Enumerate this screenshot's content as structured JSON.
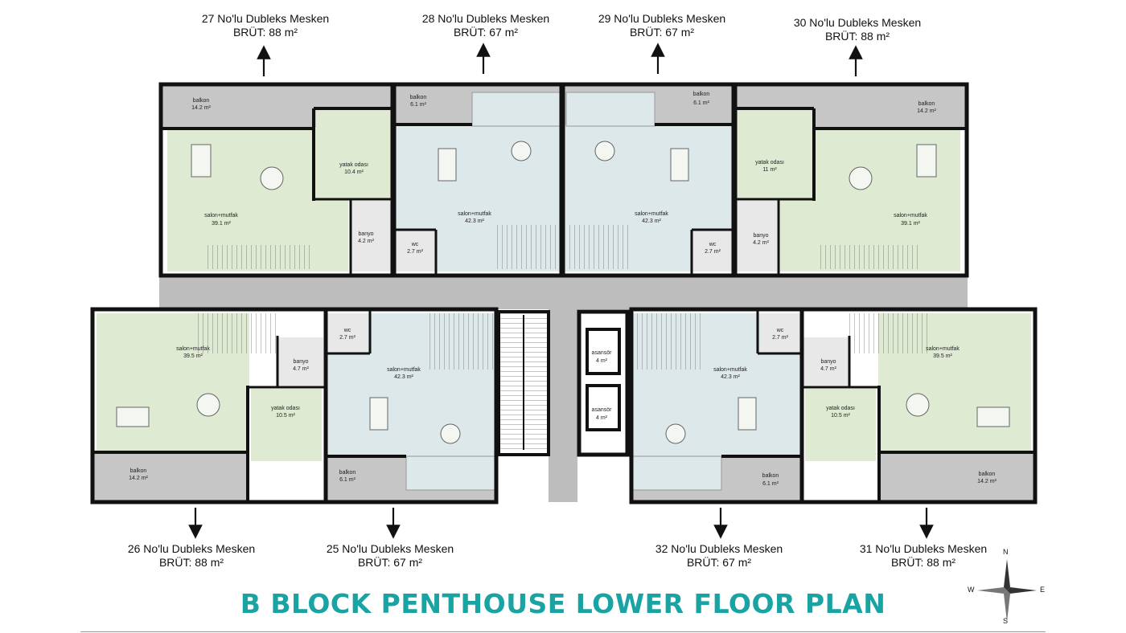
{
  "title": "B BLOCK PENTHOUSE LOWER FLOOR PLAN",
  "colors": {
    "title": "#1aa3a3",
    "balcony": "#c6c6c6",
    "corridor": "#bdbdbd",
    "duplex_88": "#dfead2",
    "duplex_67": "#dce8ea",
    "wet_room": "#e8e8e8",
    "wall": "#111111"
  },
  "units_top": [
    {
      "name": "27 No'lu Dubleks Mesken",
      "area": "BRÜT: 88 m²"
    },
    {
      "name": "28 No'lu Dubleks Mesken",
      "area": "BRÜT: 67 m²"
    },
    {
      "name": "29 No'lu Dubleks Mesken",
      "area": "BRÜT: 67 m²"
    },
    {
      "name": "30 No'lu Dubleks Mesken",
      "area": "BRÜT: 88 m²"
    }
  ],
  "units_bottom": [
    {
      "name": "26 No'lu Dubleks Mesken",
      "area": "BRÜT: 88 m²"
    },
    {
      "name": "25 No'lu Dubleks Mesken",
      "area": "BRÜT: 67 m²"
    },
    {
      "name": "32 No'lu Dubleks Mesken",
      "area": "BRÜT: 67 m²"
    },
    {
      "name": "31 No'lu Dubleks Mesken",
      "area": "BRÜT: 88 m²"
    }
  ],
  "rooms": {
    "u27": {
      "balkon": [
        "balkon",
        "14.2 m²"
      ],
      "salon": [
        "salon+mutfak",
        "39.1 m²"
      ],
      "yatak": [
        "yatak odası",
        "10.4 m²"
      ],
      "banyo": [
        "banyo",
        "4.2 m²"
      ]
    },
    "u28": {
      "balkon": [
        "balkon",
        "6.1 m²"
      ],
      "salon": [
        "salon+mutfak",
        "42.3 m²"
      ],
      "wc": [
        "wc",
        "2.7 m²"
      ]
    },
    "u29": {
      "balkon": [
        "balkon",
        "6.1 m²"
      ],
      "salon": [
        "salon+mutfak",
        "42.3 m²"
      ],
      "wc": [
        "wc",
        "2.7 m²"
      ]
    },
    "u30": {
      "balkon": [
        "balkon",
        "14.2 m²"
      ],
      "salon": [
        "salon+mutfak",
        "39.1 m²"
      ],
      "yatak": [
        "yatak odası",
        "11 m²"
      ],
      "banyo": [
        "banyo",
        "4.2 m²"
      ]
    },
    "u26": {
      "balkon": [
        "balkon",
        "14.2 m²"
      ],
      "salon": [
        "salon+mutfak",
        "39.5 m²"
      ],
      "yatak": [
        "yatak odası",
        "10.5 m²"
      ],
      "banyo": [
        "banyo",
        "4.7 m²"
      ]
    },
    "u25": {
      "balkon": [
        "balkon",
        "6.1 m²"
      ],
      "salon": [
        "salon+mutfak",
        "42.3 m²"
      ],
      "wc": [
        "wc",
        "2.7 m²"
      ]
    },
    "u32": {
      "balkon": [
        "balkon",
        "6.1 m²"
      ],
      "salon": [
        "salon+mutfak",
        "42.3 m²"
      ],
      "wc": [
        "wc",
        "2.7 m²"
      ]
    },
    "u31": {
      "balkon": [
        "balkon",
        "14.2 m²"
      ],
      "salon": [
        "salon+mutfak",
        "39.5 m²"
      ],
      "yatak": [
        "yatak odası",
        "10.5 m²"
      ],
      "banyo": [
        "banyo",
        "4.7 m²"
      ]
    },
    "asansor1": [
      "asansör",
      "4 m²"
    ],
    "asansor2": [
      "asansör",
      "4 m²"
    ]
  },
  "compass": {
    "n": "N",
    "s": "S",
    "e": "E",
    "w": "W"
  }
}
